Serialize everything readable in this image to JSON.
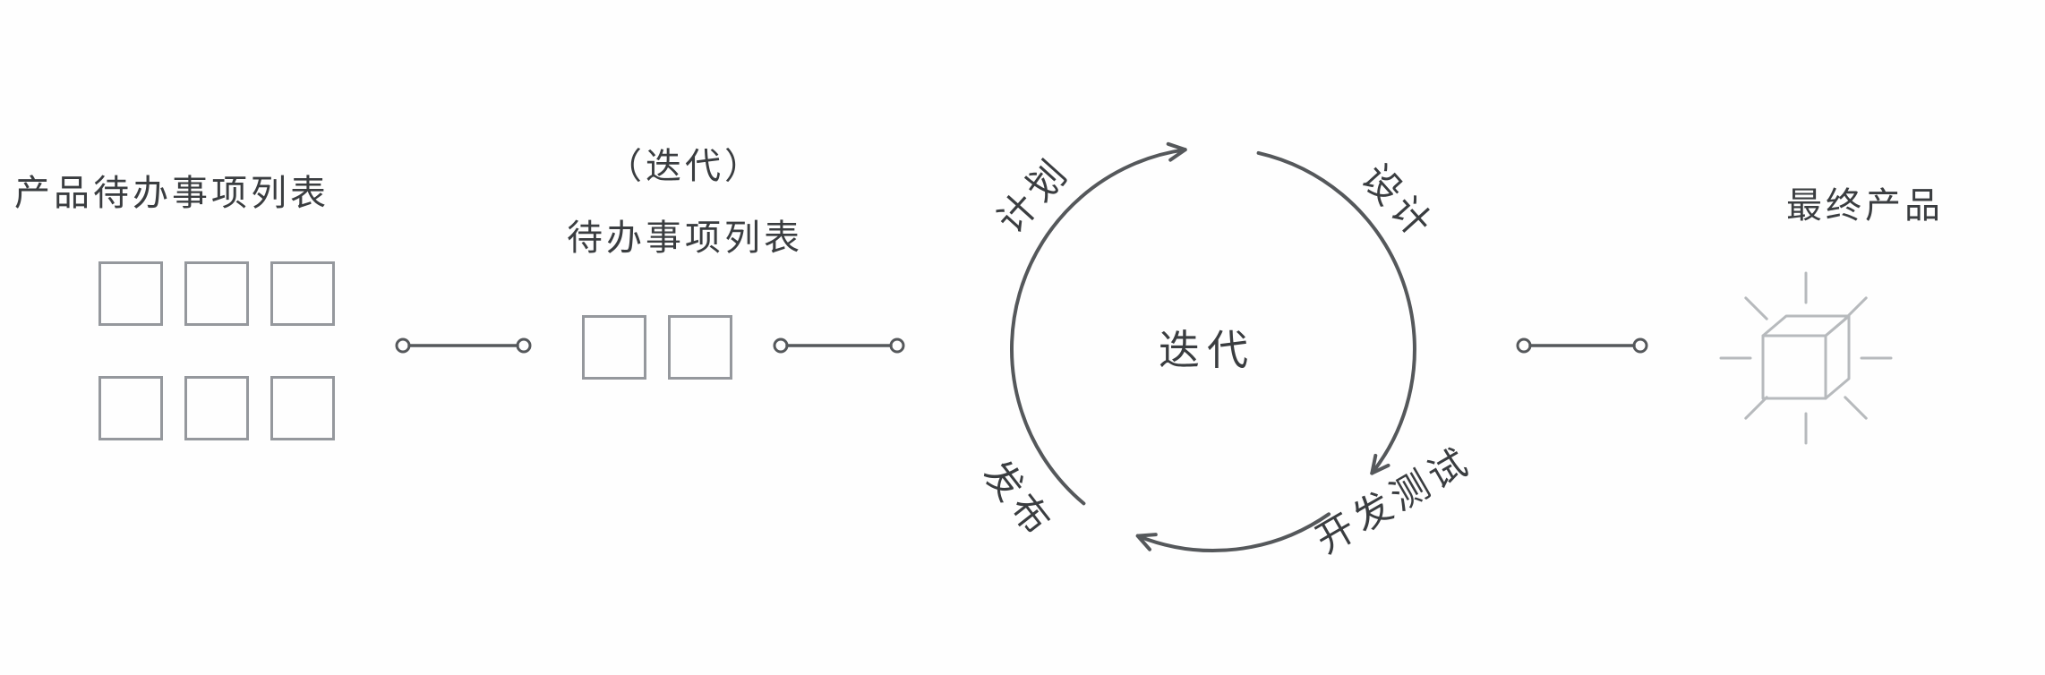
{
  "canvas": {
    "background": "#fefefe",
    "ink_color": "#55585b",
    "text_color": "#3a3d40",
    "box_stroke_color": "#95989d",
    "cube_stroke_color": "#b7babd"
  },
  "product_backlog": {
    "title": "产品待办事项列表",
    "items_count": 6
  },
  "sprint_backlog": {
    "title_line1": "（迭代）",
    "title_line2": "待办事项列表",
    "items_count": 2
  },
  "flow_connectors": {
    "count": 3,
    "style": "line-with-ring-ends"
  },
  "iteration_cycle": {
    "center_label": "迭代",
    "direction": "clockwise",
    "phases": [
      {
        "label": "计划",
        "position": "top-left"
      },
      {
        "label": "设计",
        "position": "top-right"
      },
      {
        "label": "开发测试",
        "position": "bottom-right"
      },
      {
        "label": "发布",
        "position": "bottom-left"
      }
    ]
  },
  "final_product": {
    "title": "最终产品",
    "icon": "shining-cube"
  }
}
